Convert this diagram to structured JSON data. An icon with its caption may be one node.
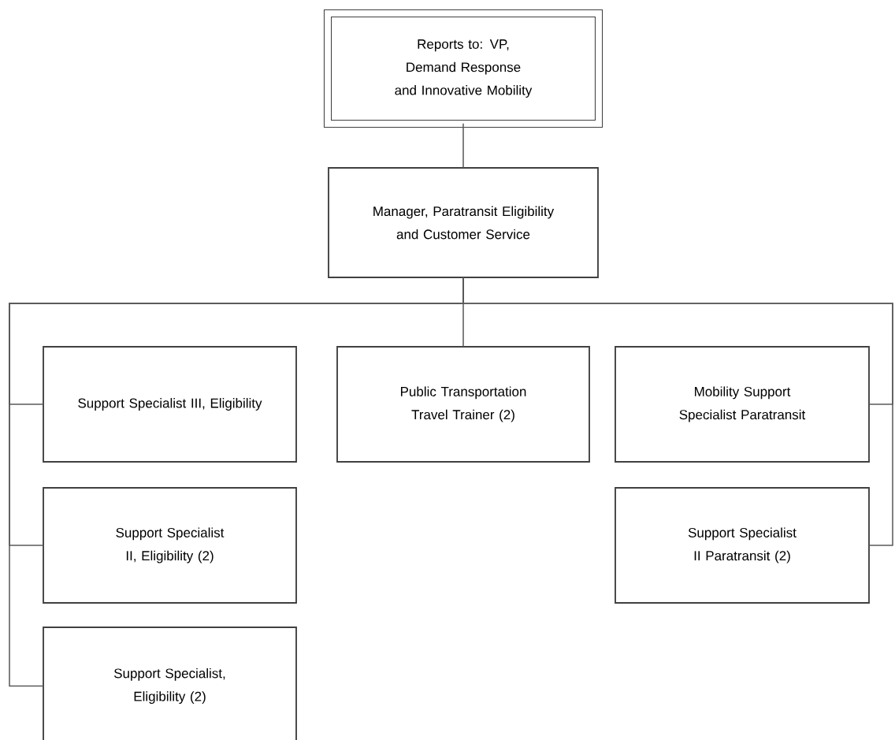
{
  "diagram": {
    "nodes": [
      {
        "text": [
          "Reports to: VP, Demand Response and Innovative Mobility"
        ]
      },
      {
        "text": [
          "Manager, Paratransit Eligibility and Customer Service"
        ]
      },
      {
        "text": [
          "Support Specialist III, Eligibility"
        ]
      },
      {
        "text": [
          "Public Transportation Travel Trainer (2)"
        ]
      },
      {
        "text": [
          "Mobility Support Specialist Paratransit"
        ]
      },
      {
        "text": [
          "Support Specialist II, Eligibility (2)"
        ]
      },
      {
        "text": [
          "Support Specialist II Paratransit (2)"
        ]
      },
      {
        "text": [
          "Support Specialist, Eligibility (2)"
        ]
      }
    ],
    "edges": [
      {
        "from": 0,
        "to": 1,
        "arrow": "none"
      },
      {
        "from": 1,
        "to": 2,
        "arrow": "none"
      },
      {
        "from": 1,
        "to": 3,
        "arrow": "none"
      },
      {
        "from": 1,
        "to": 4,
        "arrow": "none"
      },
      {
        "from": 1,
        "to": 5,
        "arrow": "none"
      },
      {
        "from": 1,
        "to": 6,
        "arrow": "none"
      },
      {
        "from": 1,
        "to": 7,
        "arrow": "none"
      }
    ]
  }
}
